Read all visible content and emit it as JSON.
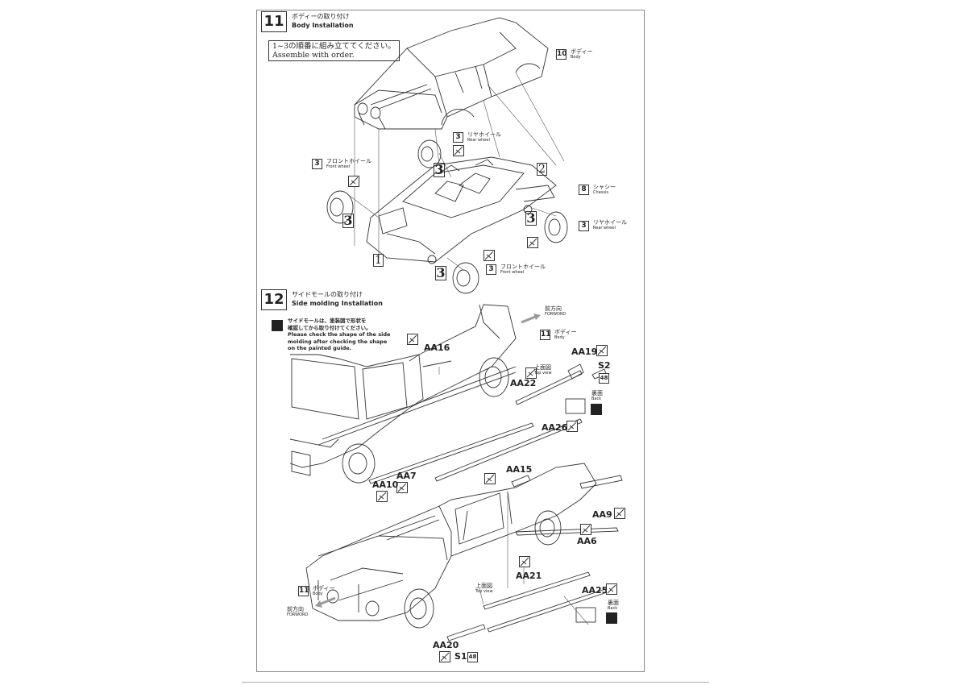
{
  "step11": {
    "number": "11",
    "title_jp": "ボディーの取り付け",
    "title_en": "Body Installation",
    "order_jp": "1~3の順番に組み立ててください。",
    "order_en": "Assemble with order.",
    "body_num": "10",
    "body_jp": "ボディー",
    "body_en": "Body",
    "rear_wheel_num": "3",
    "rear_wheel_jp": "リヤホイール",
    "rear_wheel_en": "Rear wheel",
    "front_wheel_num": "3",
    "front_wheel_jp": "フロントホイール",
    "front_wheel_en": "Front wheel",
    "chassis_num": "8",
    "chassis_jp": "シャシー",
    "chassis_en": "Chassis",
    "rear_wheel2_num": "3",
    "rear_wheel2_jp": "リヤホイール",
    "rear_wheel2_en": "Rear wheel",
    "front_wheel2_num": "3",
    "front_wheel2_jp": "フロントホイール",
    "front_wheel2_en": "Front wheel",
    "order_1": "1",
    "order_2": "2",
    "order_3": "3"
  },
  "step12": {
    "number": "12",
    "title_jp": "サイドモールの取り付け",
    "title_en": "Side molding  Installation",
    "note_jp_1": "サイドモールは、塗装図で形状を",
    "note_jp_2": "確認してから取り付けてください。",
    "note_en_1": "Please check the shape of the side",
    "note_en_2": "molding after checking the shape",
    "note_en_3": "on the painted guide.",
    "forward_jp": "前方向",
    "forward_en": "FORWORD",
    "body_num": "11",
    "body_jp": "ボディー",
    "body_en": "Body",
    "top_view_jp": "上面図",
    "top_view_en": "Top view",
    "back_jp": "裏面",
    "back_en": "Back",
    "parts": {
      "aa16": "AA16",
      "aa19": "AA19",
      "s2": "S2",
      "s2_num": "48",
      "aa22": "AA22",
      "aa26": "AA26",
      "aa7": "AA7",
      "aa10": "AA10",
      "aa15": "AA15",
      "aa9": "AA9",
      "aa6": "AA6",
      "aa21": "AA21",
      "aa25": "AA25",
      "aa20": "AA20",
      "s1": "S1",
      "s1_num": "48"
    }
  }
}
